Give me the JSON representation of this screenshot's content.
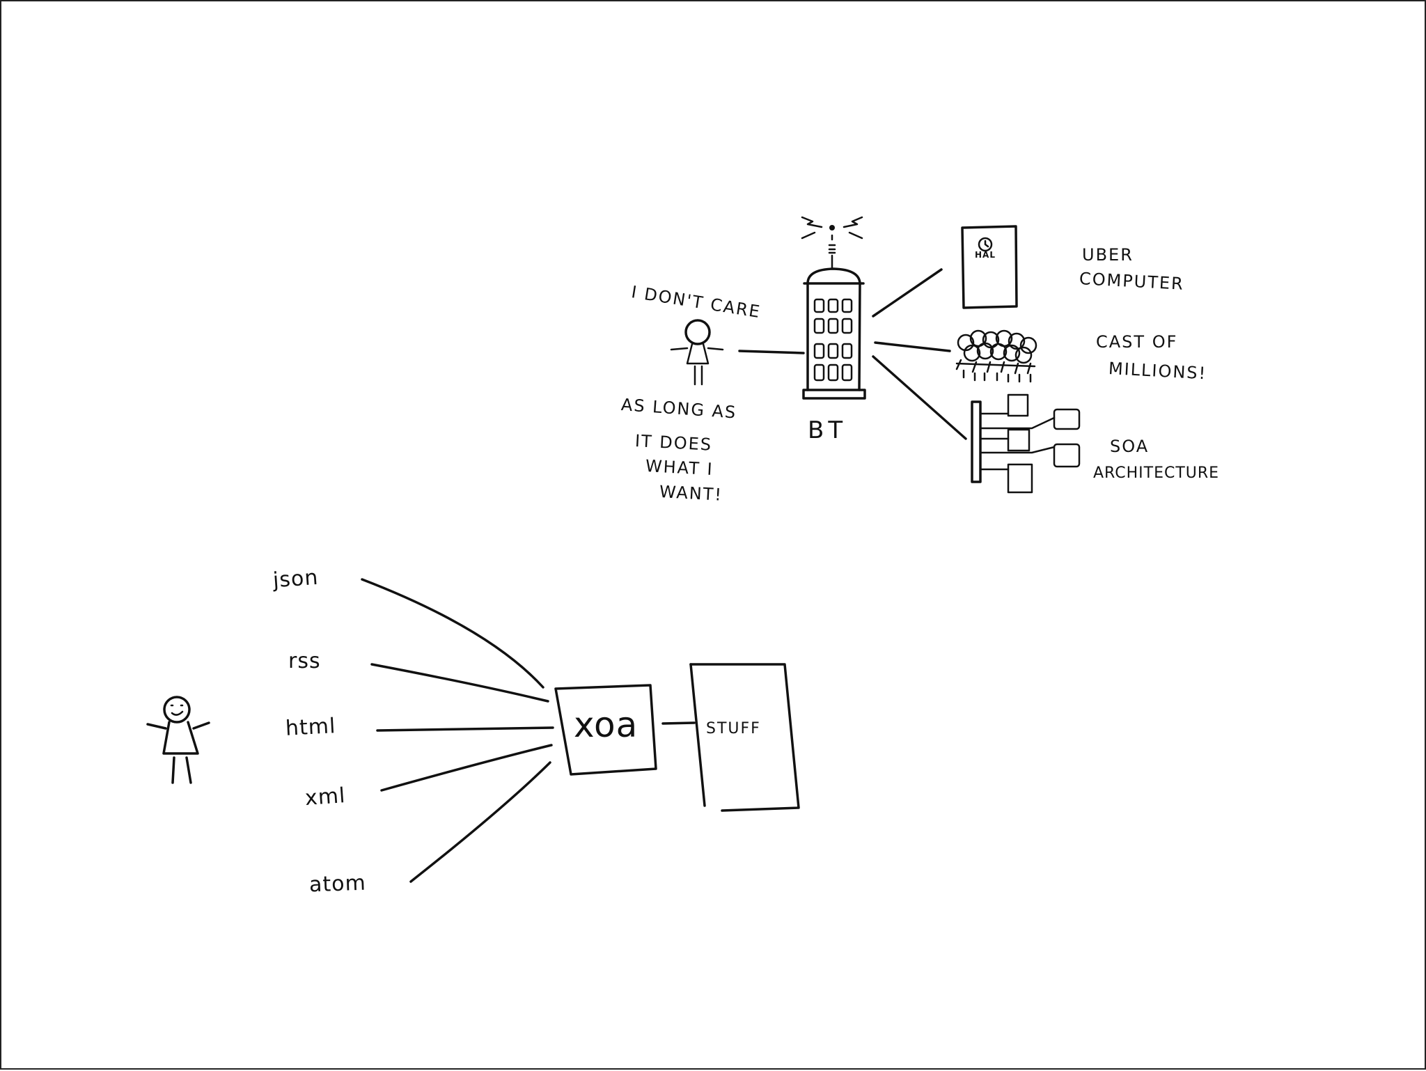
{
  "top": {
    "quote_top": "I DON'T CARE",
    "quote_bottom": [
      "AS LONG AS",
      "IT DOES",
      "WHAT I",
      "WANT!"
    ],
    "tower_label": "BT",
    "hal_label": "HAL",
    "uber_label": [
      "UBER",
      "COMPUTER"
    ],
    "cast_label": [
      "CAST OF",
      "MILLIONS!"
    ],
    "soa_label": [
      "SOA",
      "ARCHITECTURE"
    ]
  },
  "bottom": {
    "formats": [
      "json",
      "rss",
      "html",
      "xml",
      "atom"
    ],
    "hub_label": "xoa",
    "stuff_label": "STUFF"
  }
}
